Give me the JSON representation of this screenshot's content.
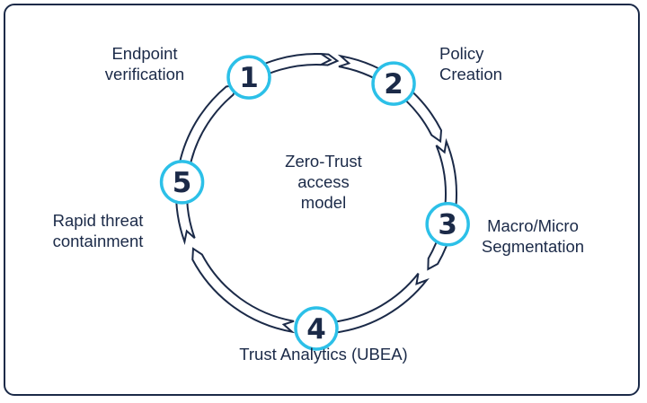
{
  "center_title_lines": [
    "Zero-Trust",
    "access",
    "model"
  ],
  "steps": [
    {
      "number": "1",
      "label_lines": [
        "Endpoint",
        "verification"
      ]
    },
    {
      "number": "2",
      "label_lines": [
        "Policy",
        "Creation"
      ]
    },
    {
      "number": "3",
      "label_lines": [
        "Macro/Micro",
        "Segmentation"
      ]
    },
    {
      "number": "4",
      "label_lines": [
        "Trust Analytics (UBEA)"
      ]
    },
    {
      "number": "5",
      "label_lines": [
        "Rapid threat",
        "containment"
      ]
    }
  ],
  "colors": {
    "ink": "#1b2a48",
    "accent": "#2cc0e8",
    "background": "#ffffff"
  }
}
